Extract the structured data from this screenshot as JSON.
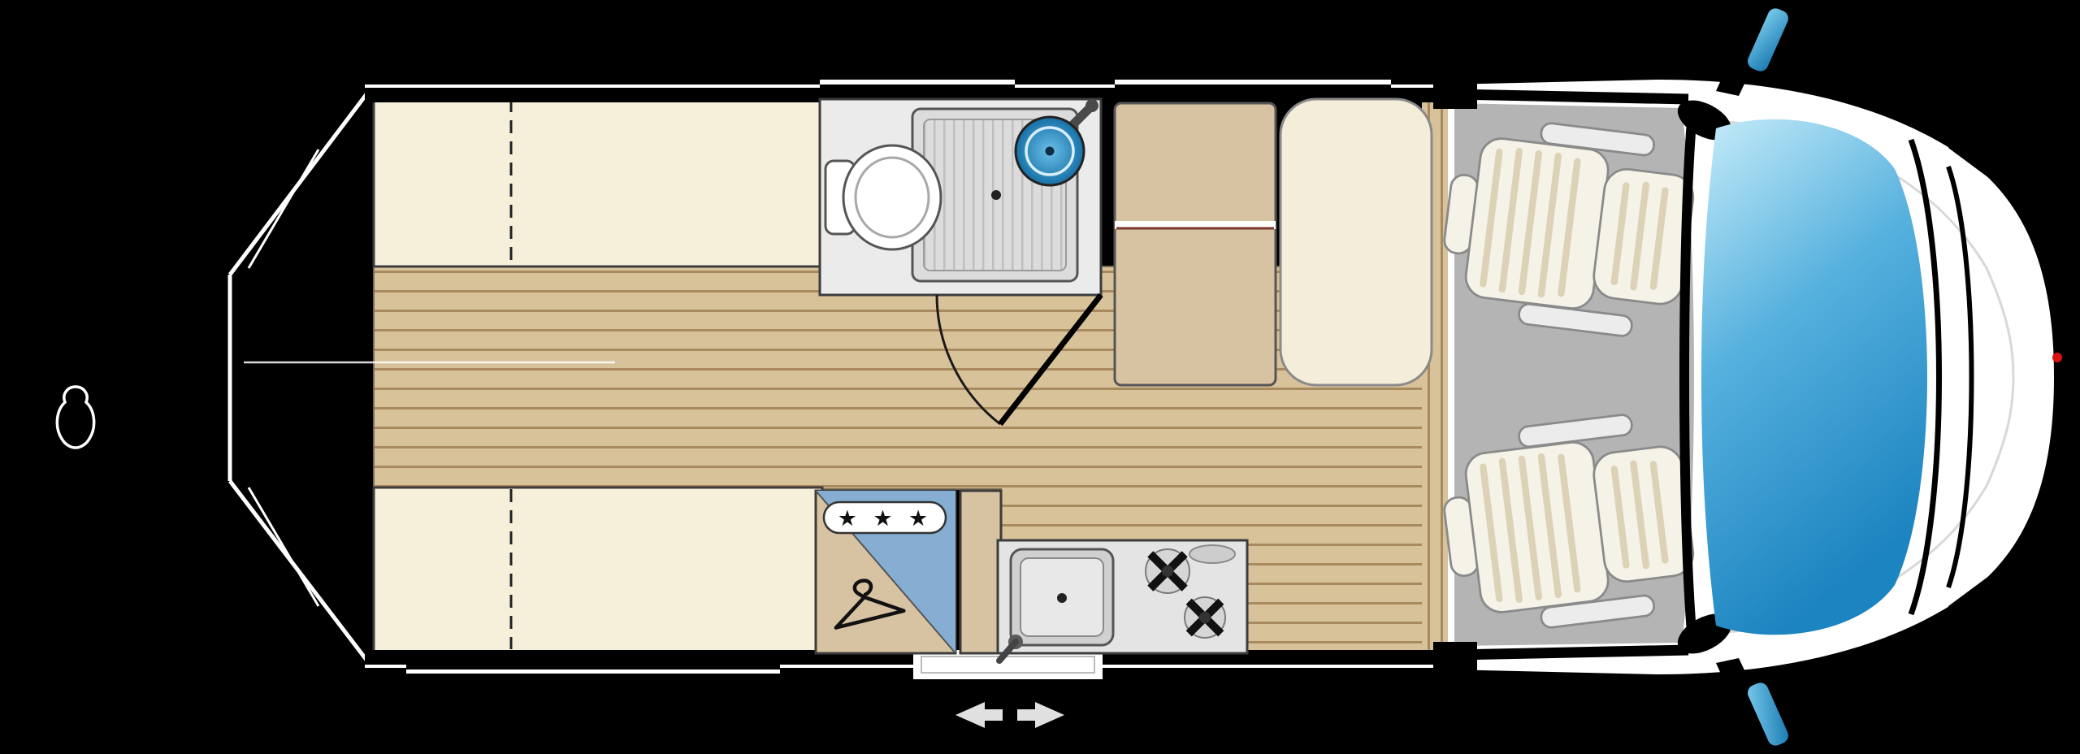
{
  "meta": {
    "description": "Top-view campervan / motorhome floor plan diagram on black background"
  },
  "labels": {
    "wardrobe_stars": "★ ★ ★"
  },
  "colors": {
    "background": "#000000",
    "wood": "#d8c29a",
    "wood_line": "#a9895e",
    "bed_cream": "#f6f0da",
    "bench_tan": "#d7c3a2",
    "table_cream": "#f3edd9",
    "bath_gray": "#ebebeb",
    "shower_gray": "#dcdcdc",
    "cab_floor": "#b4b4b4",
    "kitchen_gray": "#e4e4e4",
    "wardrobe_blue": "#85aed2",
    "basin_light": "#6cc0e8",
    "basin_dark": "#1670a6",
    "windshield_light": "#c6ecf9",
    "windshield_mid": "#56b1de",
    "windshield_dark": "#1c84c0",
    "mirror_light": "#7fd0f2",
    "mirror_dark": "#1273ab",
    "seat": "#f5f2e7",
    "seat_rib": "#dcd2b6",
    "seam_maroon": "#7a3a30",
    "arrow_gray": "#e0e0e0",
    "red_marker": "#dd1111"
  },
  "icons": {
    "toilet-icon": "svg-shape",
    "shower-tray-icon": "svg-shape",
    "washbasin-icon": "svg-shape",
    "hanger-icon": "svg-shape",
    "sink-icon": "svg-shape",
    "hob-icon": "svg-shape",
    "arrow-left-icon": "svg-shape",
    "arrow-right-icon": "svg-shape",
    "mirror-top-icon": "svg-shape",
    "mirror-bottom-icon": "svg-shape",
    "tow-hitch-icon": "svg-shape"
  }
}
